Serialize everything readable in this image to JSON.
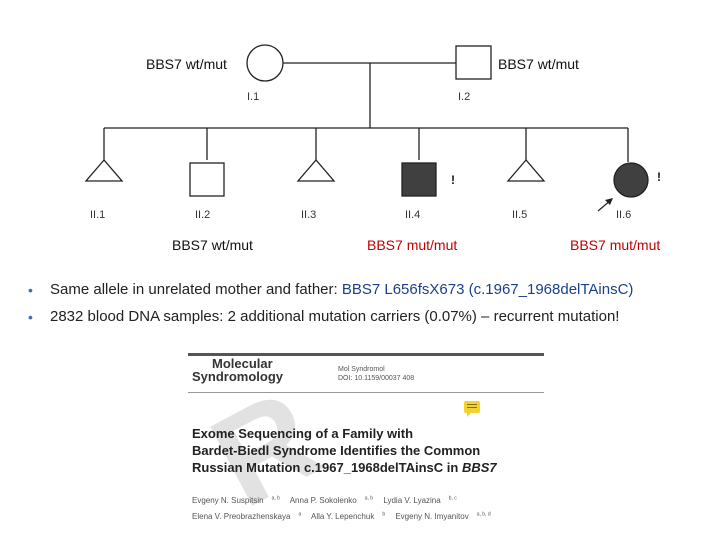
{
  "pedigree": {
    "founders": [
      {
        "id": "I.1",
        "sex": "female",
        "genotype": "BBS7 wt/mut",
        "affected": false
      },
      {
        "id": "I.2",
        "sex": "male",
        "genotype": "BBS7 wt/mut",
        "affected": false
      }
    ],
    "children": [
      {
        "id": "II.1",
        "sex": "unknown",
        "affected": false,
        "genotype": "",
        "flag": ""
      },
      {
        "id": "II.2",
        "sex": "male",
        "affected": false,
        "genotype": "BBS7 wt/mut",
        "flag": ""
      },
      {
        "id": "II.3",
        "sex": "unknown",
        "affected": false,
        "genotype": "",
        "flag": ""
      },
      {
        "id": "II.4",
        "sex": "male",
        "affected": true,
        "genotype": "BBS7 mut/mut",
        "flag": "!"
      },
      {
        "id": "II.5",
        "sex": "unknown",
        "affected": false,
        "genotype": "",
        "flag": ""
      },
      {
        "id": "II.6",
        "sex": "female",
        "affected": true,
        "proband": true,
        "genotype": "BBS7 mut/mut",
        "flag": "!"
      }
    ],
    "proband_arrow": "↗"
  },
  "bullets": [
    {
      "text": "Same allele in unrelated mother and father: ",
      "highlight": "BBS7 L656fsX673 (c.1967_1968delTAinsC)"
    },
    {
      "text": "2832 blood DNA samples: 2 additional mutation carriers (0.07%) – recurrent mutation!",
      "highlight": ""
    }
  ],
  "paper": {
    "journal_line1": "Molecular",
    "journal_line2": "Syndromology",
    "meta_line1": "Mol Syndromol",
    "meta_line2": "DOI: 10.1159/00037 408",
    "title_line1": "Exome Sequencing of a Family with",
    "title_line2": "Bardet-Biedl Syndrome Identifies the Common",
    "title_line3_a": "Russian Mutation c.1967_1968delTAinsC in ",
    "title_line3_b": "BBS7",
    "authors_row1": [
      {
        "name": "Evgeny N. Suspitsin",
        "sup": "a, b"
      },
      {
        "name": "Anna P. Sokolenko",
        "sup": "a, b"
      },
      {
        "name": "Lydia V. Lyazina",
        "sup": "b, c"
      }
    ],
    "authors_row2": [
      {
        "name": "Elena V. Preobrazhenskaya",
        "sup": "a"
      },
      {
        "name": "Alla Y. Lepenchuk",
        "sup": "b"
      },
      {
        "name": "Evgeny N. Imyanitov",
        "sup": "a, b, d"
      }
    ]
  },
  "colors": {
    "affected_fill": "#404040",
    "mut_text": "#c00000",
    "bullet_dot": "#3b6fb6",
    "highlight": "#1a3f8c"
  }
}
